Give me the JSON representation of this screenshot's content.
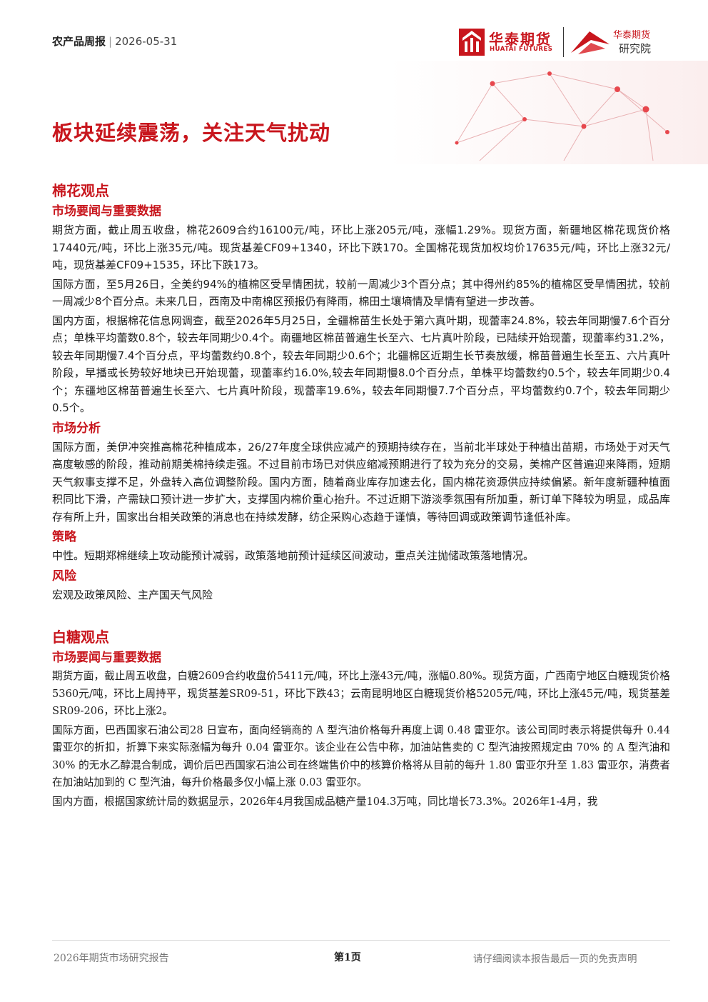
{
  "header": {
    "report_name": "农产品周报",
    "date": "2026-05-31",
    "logo_cn": "华泰期货",
    "logo_en": "HUATAI FUTURES",
    "logo2_line1": "华泰期货",
    "logo2_line2": "研究院",
    "banner_title": "板块延续震荡，关注天气扰动"
  },
  "colors": {
    "brand_red": "#c8161d"
  },
  "sections": [
    {
      "title": "棉花观点",
      "subsections": [
        {
          "title": "市场要闻与重要数据",
          "paragraphs": [
            "期货方面，截止周五收盘，棉花2609合约16100元/吨，环比上涨205元/吨，涨幅1.29%。现货方面，新疆地区棉花现货价格17440元/吨，环比上涨35元/吨。现货基差CF09+1340，环比下跌170。全国棉花现货加权均价17635元/吨，环比上涨32元/吨，现货基差CF09+1535，环比下跌173。",
            "国际方面，至5月26日，全美约94%的植棉区受旱情困扰，较前一周减少3个百分点；其中得州约85%的植棉区受旱情困扰，较前一周减少8个百分点。未来几日，西南及中南棉区预报仍有降雨，棉田土壤墒情及旱情有望进一步改善。",
            "国内方面，根据棉花信息网调查，截至2026年5月25日，全疆棉苗生长处于第六真叶期，现蕾率24.8%，较去年同期慢7.6个百分点；单株平均蕾数0.8个，较去年同期少0.4个。南疆地区棉苗普遍生长至六、七片真叶阶段，已陆续开始现蕾，现蕾率约31.2%，较去年同期慢7.4个百分点，平均蕾数约0.8个，较去年同期少0.6个；北疆棉区近期生长节奏放缓，棉苗普遍生长至五、六片真叶阶段，早播或长势较好地块已开始现蕾，现蕾率约16.0%,较去年同期慢8.0个百分点，单株平均蕾数约0.5个，较去年同期少0.4个；东疆地区棉苗普遍生长至六、七片真叶阶段，现蕾率19.6%，较去年同期慢7.7个百分点，平均蕾数约0.7个，较去年同期少0.5个。"
          ]
        },
        {
          "title": "市场分析",
          "paragraphs": [
            "国际方面，美伊冲突推高棉花种植成本，26/27年度全球供应减产的预期持续存在，当前北半球处于种植出苗期，市场处于对天气高度敏感的阶段，推动前期美棉持续走强。不过目前市场已对供应缩减预期进行了较为充分的交易，美棉产区普遍迎来降雨，短期天气叙事支撑不足，外盘转入高位调整阶段。国内方面，随着商业库存加速去化，国内棉花资源供应持续偏紧。新年度新疆种植面积同比下滑，产需缺口预计进一步扩大，支撑国内棉价重心抬升。不过近期下游淡季氛围有所加重，新订单下降较为明显，成品库存有所上升，国家出台相关政策的消息也在持续发酵，纺企采购心态趋于谨慎，等待回调或政策调节逢低补库。"
          ]
        },
        {
          "title": "策略",
          "paragraphs": [
            "中性。短期郑棉继续上攻动能预计减弱，政策落地前预计延续区间波动，重点关注抛储政策落地情况。"
          ]
        },
        {
          "title": "风险",
          "paragraphs": [
            "宏观及政策风险、主产国天气风险"
          ]
        }
      ]
    },
    {
      "title": "白糖观点",
      "subsections": [
        {
          "title": "市场要闻与重要数据",
          "paragraphs": [
            "期货方面，截止周五收盘，白糖2609合约收盘价5411元/吨，环比上涨43元/吨，涨幅0.80%。现货方面，广西南宁地区白糖现货价格5360元/吨，环比上周持平，现货基差SR09-51，环比下跌43；云南昆明地区白糖现货价格5205元/吨，环比上涨45元/吨，现货基差SR09-206，环比上涨2。",
            "国际方面，巴西国家石油公司28 日宣布，面向经销商的 A 型汽油价格每升再度上调 0.48 雷亚尔。该公司同时表示将提供每升 0.44 雷亚尔的折扣，折算下来实际涨幅为每升 0.04 雷亚尔。该企业在公告中称，加油站售卖的 C 型汽油按照规定由 70% 的 A 型汽油和 30% 的无水乙醇混合制成，调价后巴西国家石油公司在终端售价中的核算价格将从目前的每升 1.80 雷亚尔升至 1.83 雷亚尔，消费者在加油站加到的 C 型汽油，每升价格最多仅小幅上涨 0.03 雷亚尔。",
            "国内方面，根据国家统计局的数据显示，2026年4月我国成品糖产量104.3万吨，同比增长73.3%。2026年1-4月，我"
          ]
        }
      ]
    }
  ],
  "footer": {
    "left": "2026年期货市场研究报告",
    "page": "第1页",
    "right": "请仔细阅读本报告最后一页的免责声明"
  }
}
